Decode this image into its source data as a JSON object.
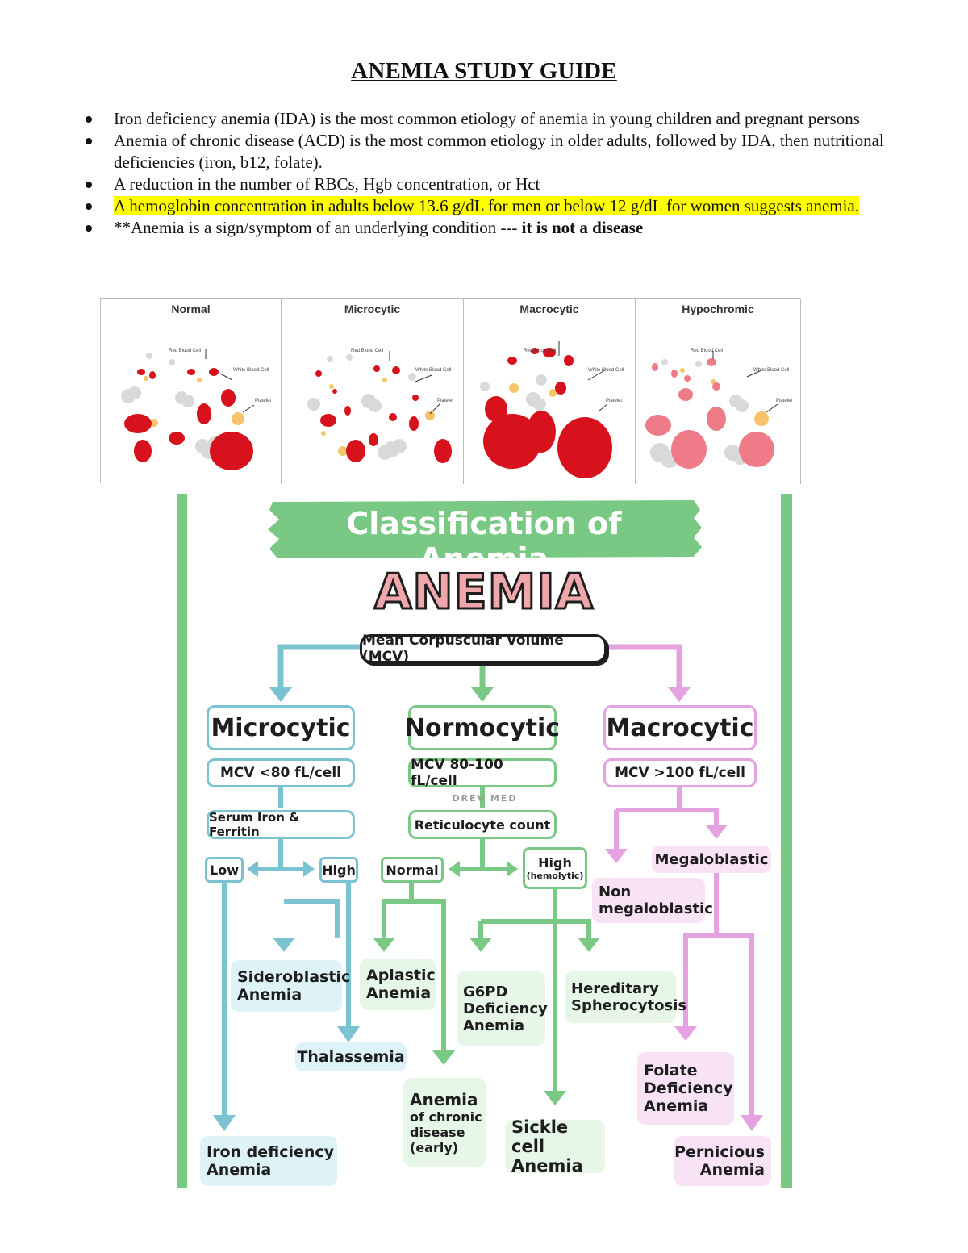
{
  "doc": {
    "title": "ANEMIA STUDY GUIDE",
    "bullets": [
      "Iron deficiency anemia (IDA) is the most common etiology of anemia in young children and pregnant persons",
      "Anemia of chronic disease (ACD) is the most common etiology in older adults, followed by IDA, then nutritional deficiencies (iron, b12, folate).",
      "A reduction in the number of RBCs, Hgb concentration, or Hct",
      "A hemoglobin concentration in adults below 13.6 g/dL for men or below 12 g/dL for women suggests anemia.",
      "**Anemia is a sign/symptom of an underlying condition --- "
    ],
    "bullet5_bold": "it is not a disease",
    "highlight_color": "#ffff00"
  },
  "cell_table": {
    "headers": [
      "Normal",
      "Microcytic",
      "Macrocytic",
      "Hypochromic"
    ],
    "labels": {
      "rbc": "Red Blood Cell",
      "wbc": "White Blood Cell",
      "platelet": "Platelet"
    },
    "colors": {
      "rbc": "#d8121c",
      "rbc_pale": "#ef7b88",
      "wbc": "#d9d9d9",
      "platelet": "#f7c46c"
    }
  },
  "infographic": {
    "title": "Classification of Anemia",
    "main": "ANEMIA",
    "mcv": "Mean Corpuscular Volume (MCV)",
    "watermark": "DREV MED",
    "branches": {
      "micro": {
        "name": "Microcytic",
        "mcv": "MCV <80 fL/cell",
        "test": "Serum Iron & Ferritin",
        "low": "Low",
        "high": "High"
      },
      "normo": {
        "name": "Normocytic",
        "mcv": "MCV 80-100 fL/cell",
        "test": "Reticulocyte count",
        "normal": "Normal",
        "high": "High",
        "high_sub": "(hemolytic)"
      },
      "macro": {
        "name": "Macrocytic",
        "mcv": "MCV >100 fL/cell",
        "mega": "Megaloblastic",
        "nonmega_1": "Non",
        "nonmega_2": "megaloblastic"
      }
    },
    "diseases": {
      "sideroblastic_1": "Sideroblastic",
      "sideroblastic_2": "Anemia",
      "thalassemia": "Thalassemia",
      "iron_1": "Iron deficiency",
      "iron_2": "Anemia",
      "aplastic_1": "Aplastic",
      "aplastic_2": "Anemia",
      "acd_1": "Anemia",
      "acd_2": "of chronic",
      "acd_3": "disease",
      "acd_4": "(early)",
      "g6pd_1": "G6PD",
      "g6pd_2": "Deficiency",
      "g6pd_3": "Anemia",
      "hs_1": "Hereditary",
      "hs_2": "Spherocytosis",
      "sickle_1": "Sickle cell",
      "sickle_2": "Anemia",
      "folate_1": "Folate",
      "folate_2": "Deficiency",
      "folate_3": "Anemia",
      "pernicious_1": "Pernicious",
      "pernicious_2": "Anemia"
    },
    "colors": {
      "green": "#79c985",
      "blue": "#7cc3d1",
      "pink": "#e4a3e0",
      "pink_fill": "#f0a7ab",
      "light_blue": "#def3f8",
      "light_green": "#e6f6e7",
      "light_pink": "#f8e2f6"
    }
  }
}
